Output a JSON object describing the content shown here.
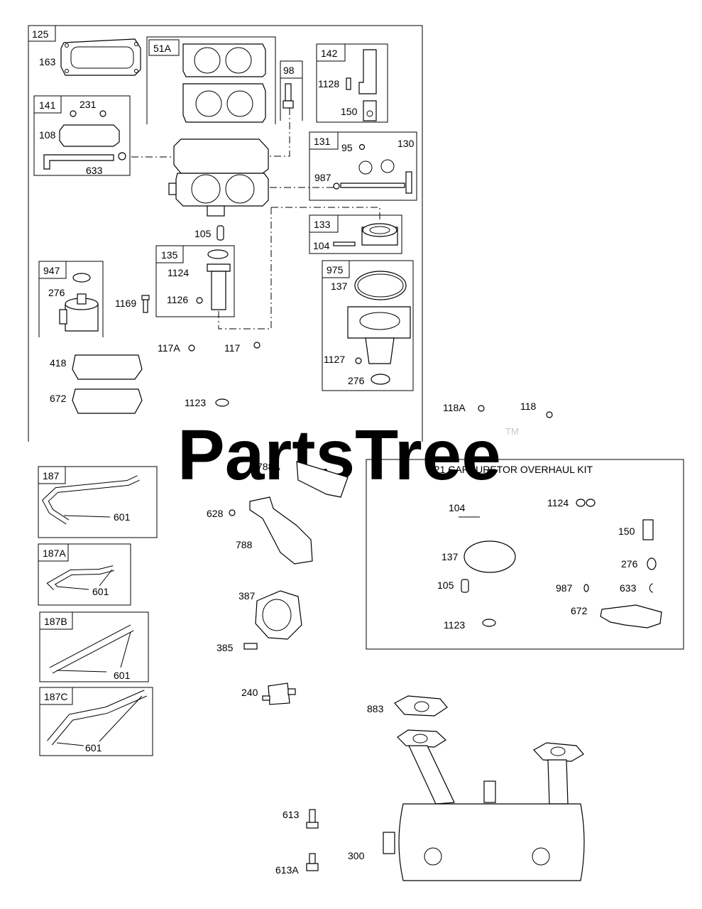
{
  "watermark": {
    "text": "PartsTree",
    "tm": "TM"
  },
  "kit_title": "121 CARBURETOR OVERHAUL KIT",
  "groups": {
    "g125": "125",
    "g51A": "51A",
    "g98": "98",
    "g142": "142",
    "g141": "141",
    "g131": "131",
    "g133": "133",
    "g135": "135",
    "g947": "947",
    "g975": "975",
    "g187": "187",
    "g187A": "187A",
    "g187B": "187B",
    "g187C": "187C"
  },
  "labels": {
    "p163": "163",
    "p231": "231",
    "p108": "108",
    "p633": "633",
    "p1128": "1128",
    "p150": "150",
    "p95": "95",
    "p130": "130",
    "p987": "987",
    "p104": "104",
    "p105": "105",
    "p1124": "1124",
    "p1126": "1126",
    "p1169": "1169",
    "p276": "276",
    "p137": "137",
    "p1127": "1127",
    "p276b": "276",
    "p117A": "117A",
    "p117": "117",
    "p418": "418",
    "p672": "672",
    "p1123": "1123",
    "p118A": "118A",
    "p118": "118",
    "p601a": "601",
    "p601b": "601",
    "p601c": "601",
    "p601d": "601",
    "p788A": "788A",
    "p628": "628",
    "p788": "788",
    "p387": "387",
    "p385": "385",
    "p240": "240",
    "p883": "883",
    "p613": "613",
    "p613A": "613A",
    "p300": "300"
  },
  "kit_labels": {
    "k104": "104",
    "k1124": "1124",
    "k150": "150",
    "k137": "137",
    "k276": "276",
    "k105": "105",
    "k987": "987",
    "k633": "633",
    "k672": "672",
    "k1123": "1123"
  }
}
